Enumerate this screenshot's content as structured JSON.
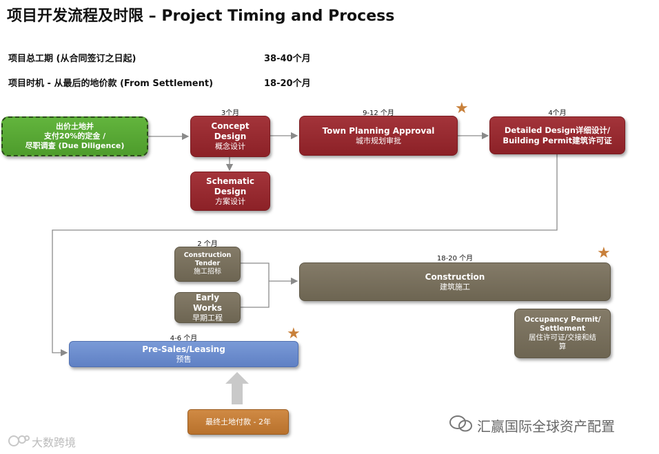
{
  "title": "项目开发流程及时限 – Project Timing and Process",
  "info": [
    {
      "label": "项目总工期 (从合同签订之日起)",
      "value": "38-40个月"
    },
    {
      "label": "项目时机 - 从最后的地价款 (From Settlement)",
      "value": "18-20个月"
    }
  ],
  "steps": {
    "land": {
      "line1": "出价土地并",
      "line2": "支付20%的定金 /",
      "line3": "尽职调查 (Due Diligence)"
    },
    "concept": {
      "en1": "Concept",
      "en2": "Design",
      "cn": "概念设计",
      "duration": "3个月"
    },
    "schematic": {
      "en1": "Schematic",
      "en2": "Design",
      "cn": "方案设计"
    },
    "planning": {
      "en": "Town Planning Approval",
      "cn": "城市规划审批",
      "duration": "9-12 个月"
    },
    "detailed": {
      "line1": "Detailed Design详细设计/",
      "line2": "Building Permit建筑许可证",
      "duration": "4个月"
    },
    "tender": {
      "en1": "Construction",
      "en2": "Tender",
      "cn": "施工招标",
      "duration": "2 个月"
    },
    "early": {
      "en1": "Early",
      "en2": "Works",
      "cn": "早期工程"
    },
    "construction": {
      "en": "Construction",
      "cn": "建筑施工",
      "duration": "18-20 个月"
    },
    "occupancy": {
      "en1": "Occupancy Permit/",
      "en2": "Settlement",
      "cn1": "居住许可证/交接和结",
      "cn2": "算"
    },
    "presales": {
      "en": "Pre-Sales/Leasing",
      "cn": "预售",
      "duration": "4-6 个月"
    },
    "final_payment": {
      "label": "最终土地付款 - 2年"
    }
  },
  "watermarks": {
    "wechat": "汇赢国际全球资产配置",
    "weibo": "大数跨境"
  },
  "colors": {
    "red": "#8c2127",
    "olive": "#6d6552",
    "green": "#4e9c2c",
    "blue": "#5f80c4",
    "orange": "#b8712c",
    "star": "#c8803a"
  }
}
